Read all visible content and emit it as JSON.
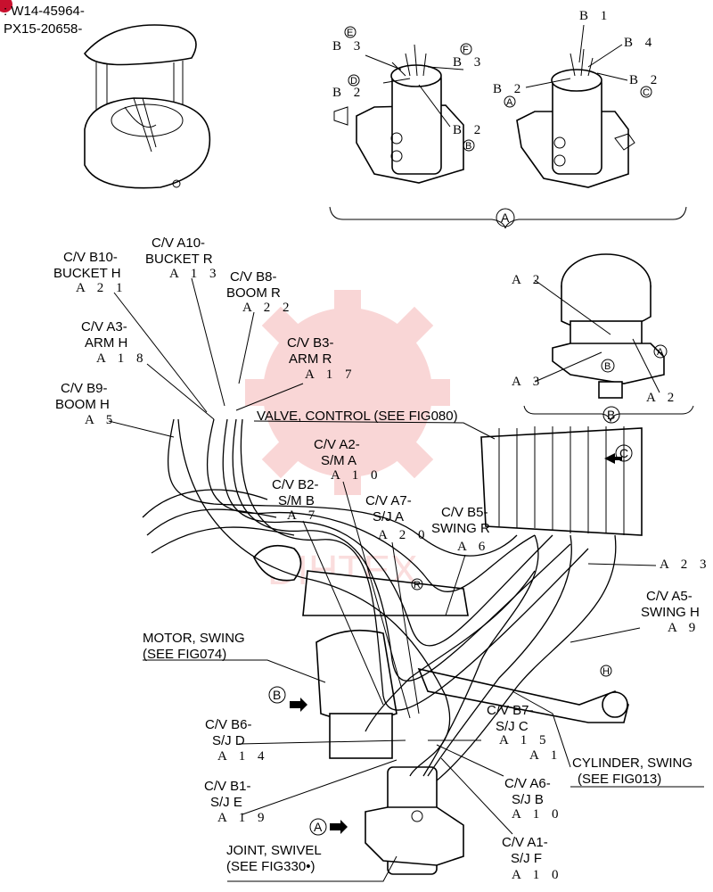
{
  "header": {
    "serial_1": ": W14-45964-",
    "serial_2": "PX15-20658-"
  },
  "watermark": {
    "text": "DIHTEX",
    "color": "#e84a4a"
  },
  "detail_views": {
    "A": {
      "label": "A",
      "refs": [
        "B 3",
        "B 3",
        "B 2",
        "B 2",
        "B 1",
        "B 4",
        "B 2",
        "B 2"
      ],
      "circle_tags": [
        "E",
        "F",
        "D",
        "B",
        "A",
        "C"
      ]
    },
    "B": {
      "label": "B",
      "refs": [
        "A 2",
        "A 3",
        "A 2"
      ],
      "circle_tags": [
        "A",
        "B"
      ]
    }
  },
  "labels": {
    "cv_b10": {
      "line1": "C/V B10-",
      "line2": "BUCKET H",
      "ref": "A 2 1"
    },
    "cv_a10": {
      "line1": "C/V A10-",
      "line2": "BUCKET R",
      "ref": "A 1 3"
    },
    "cv_b8": {
      "line1": "C/V B8-",
      "line2": "BOOM R",
      "ref": "A 2 2"
    },
    "cv_a3": {
      "line1": "C/V A3-",
      "line2": "ARM H",
      "ref": "A 1 8"
    },
    "cv_b3": {
      "line1": "C/V B3-",
      "line2": "ARM R",
      "ref": "A 1 7"
    },
    "cv_b9": {
      "line1": "C/V B9-",
      "line2": "BOOM H",
      "ref": "A 5"
    },
    "valve": {
      "line1": "VALVE, CONTROL (SEE FIG080)"
    },
    "cv_a2": {
      "line1": "C/V A2-",
      "line2": "S/M A",
      "ref": "A 1 0"
    },
    "cv_b2": {
      "line1": "C/V B2-",
      "line2": "S/M B",
      "ref": "A 7"
    },
    "cv_a7": {
      "line1": "C/V A7-",
      "line2": "S/J A",
      "ref": "A 2 0"
    },
    "cv_b5": {
      "line1": "C/V B5-",
      "line2": "SWING R",
      "ref": "A 6"
    },
    "a23": {
      "ref": "A 2 3"
    },
    "cv_a5": {
      "line1": "C/V A5-",
      "line2": "SWING H",
      "ref": "A 9"
    },
    "motor": {
      "line1": "MOTOR, SWING",
      "line2": "(SEE FIG074)"
    },
    "cv_b7": {
      "line1": "C/V B7-",
      "line2": "S/J C",
      "ref": "A 1 5"
    },
    "a1": {
      "ref": "A 1"
    },
    "cv_b6": {
      "line1": "C/V B6-",
      "line2": "S/J D",
      "ref": "A 1 4"
    },
    "cylinder": {
      "line1": "CYLINDER, SWING",
      "line2": "(SEE FIG013)"
    },
    "cv_b1": {
      "line1": "C/V B1-",
      "line2": "S/J E",
      "ref": "A 1 9"
    },
    "cv_a6": {
      "line1": "C/V A6-",
      "line2": "S/J B",
      "ref": "A 1 0"
    },
    "joint": {
      "line1": "JOINT, SWIVEL",
      "line2": "(SEE FIG330•)"
    },
    "cv_a1": {
      "line1": "C/V A1-",
      "line2": "S/J F",
      "ref": "A 1 0"
    }
  },
  "view_markers": {
    "b": "B",
    "c": "C",
    "a": "A",
    "r": "R",
    "h": "H"
  }
}
